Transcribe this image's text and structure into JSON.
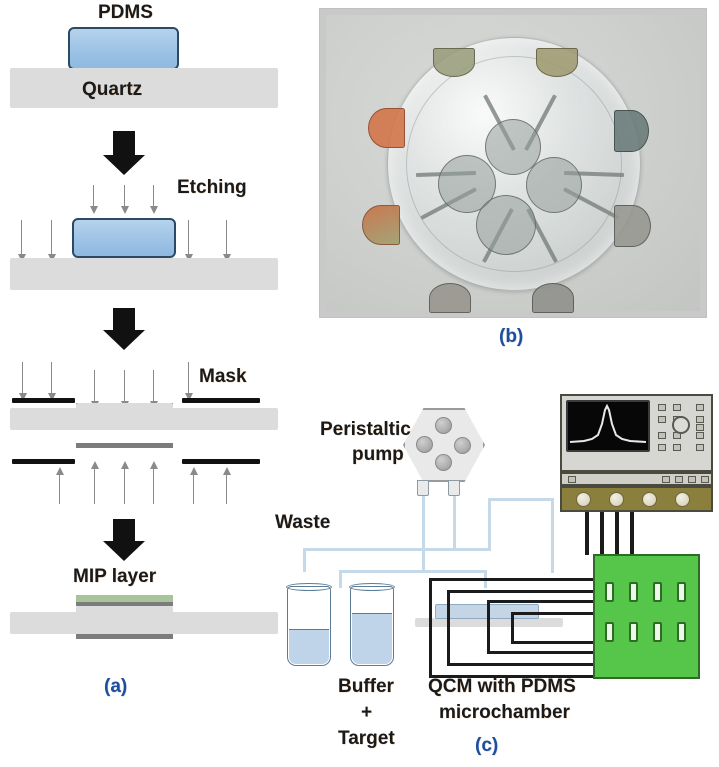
{
  "figure": {
    "panels": [
      {
        "id": "a",
        "caption": "(a)",
        "title": "PDMS microchamber fabrication process",
        "steps": [
          {
            "index": 1,
            "labels": [
              "PDMS",
              "Quartz"
            ],
            "description": "PDMS block placed on quartz substrate"
          },
          {
            "index": 2,
            "labels": [
              "Etching"
            ],
            "description": "Etching of the quartz around the PDMS mould"
          },
          {
            "index": 3,
            "labels": [
              "Mask"
            ],
            "description": "Metal electrode deposition through a mask"
          },
          {
            "index": 4,
            "labels": [
              "MIP layer"
            ],
            "description": "MIP layer coated on the top electrode"
          }
        ]
      },
      {
        "id": "b",
        "caption": "(b)",
        "description": "Photograph of the fabricated quartz wafer with eight electrode pairs"
      },
      {
        "id": "c",
        "caption": "(c)",
        "description": "QCM measurement setup schematic"
      }
    ]
  },
  "panel_a": {
    "caption": "(a)",
    "step1": {
      "pdms_label": "PDMS",
      "quartz_label": "Quartz"
    },
    "step2": {
      "etching_label": "Etching"
    },
    "step3": {
      "mask_label": "Mask"
    },
    "step4": {
      "mip_label": "MIP layer"
    },
    "colors": {
      "pdms_fill": "#9DC3E6",
      "pdms_border": "#2C4A66",
      "quartz": "#DCDCDC",
      "mask_bar": "#111111",
      "metal_strip": "#7C7C7C",
      "mip_layer": "#A8C49A",
      "thin_arrow": "#8A8A8A",
      "big_arrow": "#111111"
    }
  },
  "panel_b": {
    "caption": "(b)",
    "photo": {
      "subject": "quartz wafer with gold electrode pairs",
      "electrode_count": 4,
      "pad_count": 8,
      "background": "#C9C9C9"
    }
  },
  "panel_c": {
    "caption": "(c)",
    "labels": {
      "pump": "Peristaltic\npump",
      "pump_line1": "Peristaltic",
      "pump_line2": "pump",
      "waste": "Waste",
      "buffer_line1": "Buffer",
      "buffer_line2": "+",
      "buffer_line3": "Target",
      "qcm_line1": "QCM with PDMS",
      "qcm_line2": "microchamber"
    },
    "pump": {
      "roller_count": 4,
      "port_count": 2
    },
    "vials": [
      {
        "name": "waste",
        "fill_level": 0.42
      },
      {
        "name": "buffer-target",
        "fill_level": 0.62
      }
    ],
    "instrument": {
      "name": "network-analyzer",
      "screen_trace": "resonance-peak",
      "connector_count": 4,
      "knob_count": 1,
      "small_button_count": 18
    },
    "pcb": {
      "name": "multiplexer-board",
      "slot_rows": 2,
      "slot_cols": 4
    },
    "colors": {
      "tubing": "#C5D9E8",
      "wire": "#1B1B1B",
      "pcb": "#56C64A",
      "pcb_border": "#2F6B27",
      "instrument_base": "#8A7F3C",
      "instrument_body": "#D6D6D2",
      "screen": "#070707",
      "liquid": "#BFD4E8",
      "caption": "#1F4E9C"
    }
  }
}
